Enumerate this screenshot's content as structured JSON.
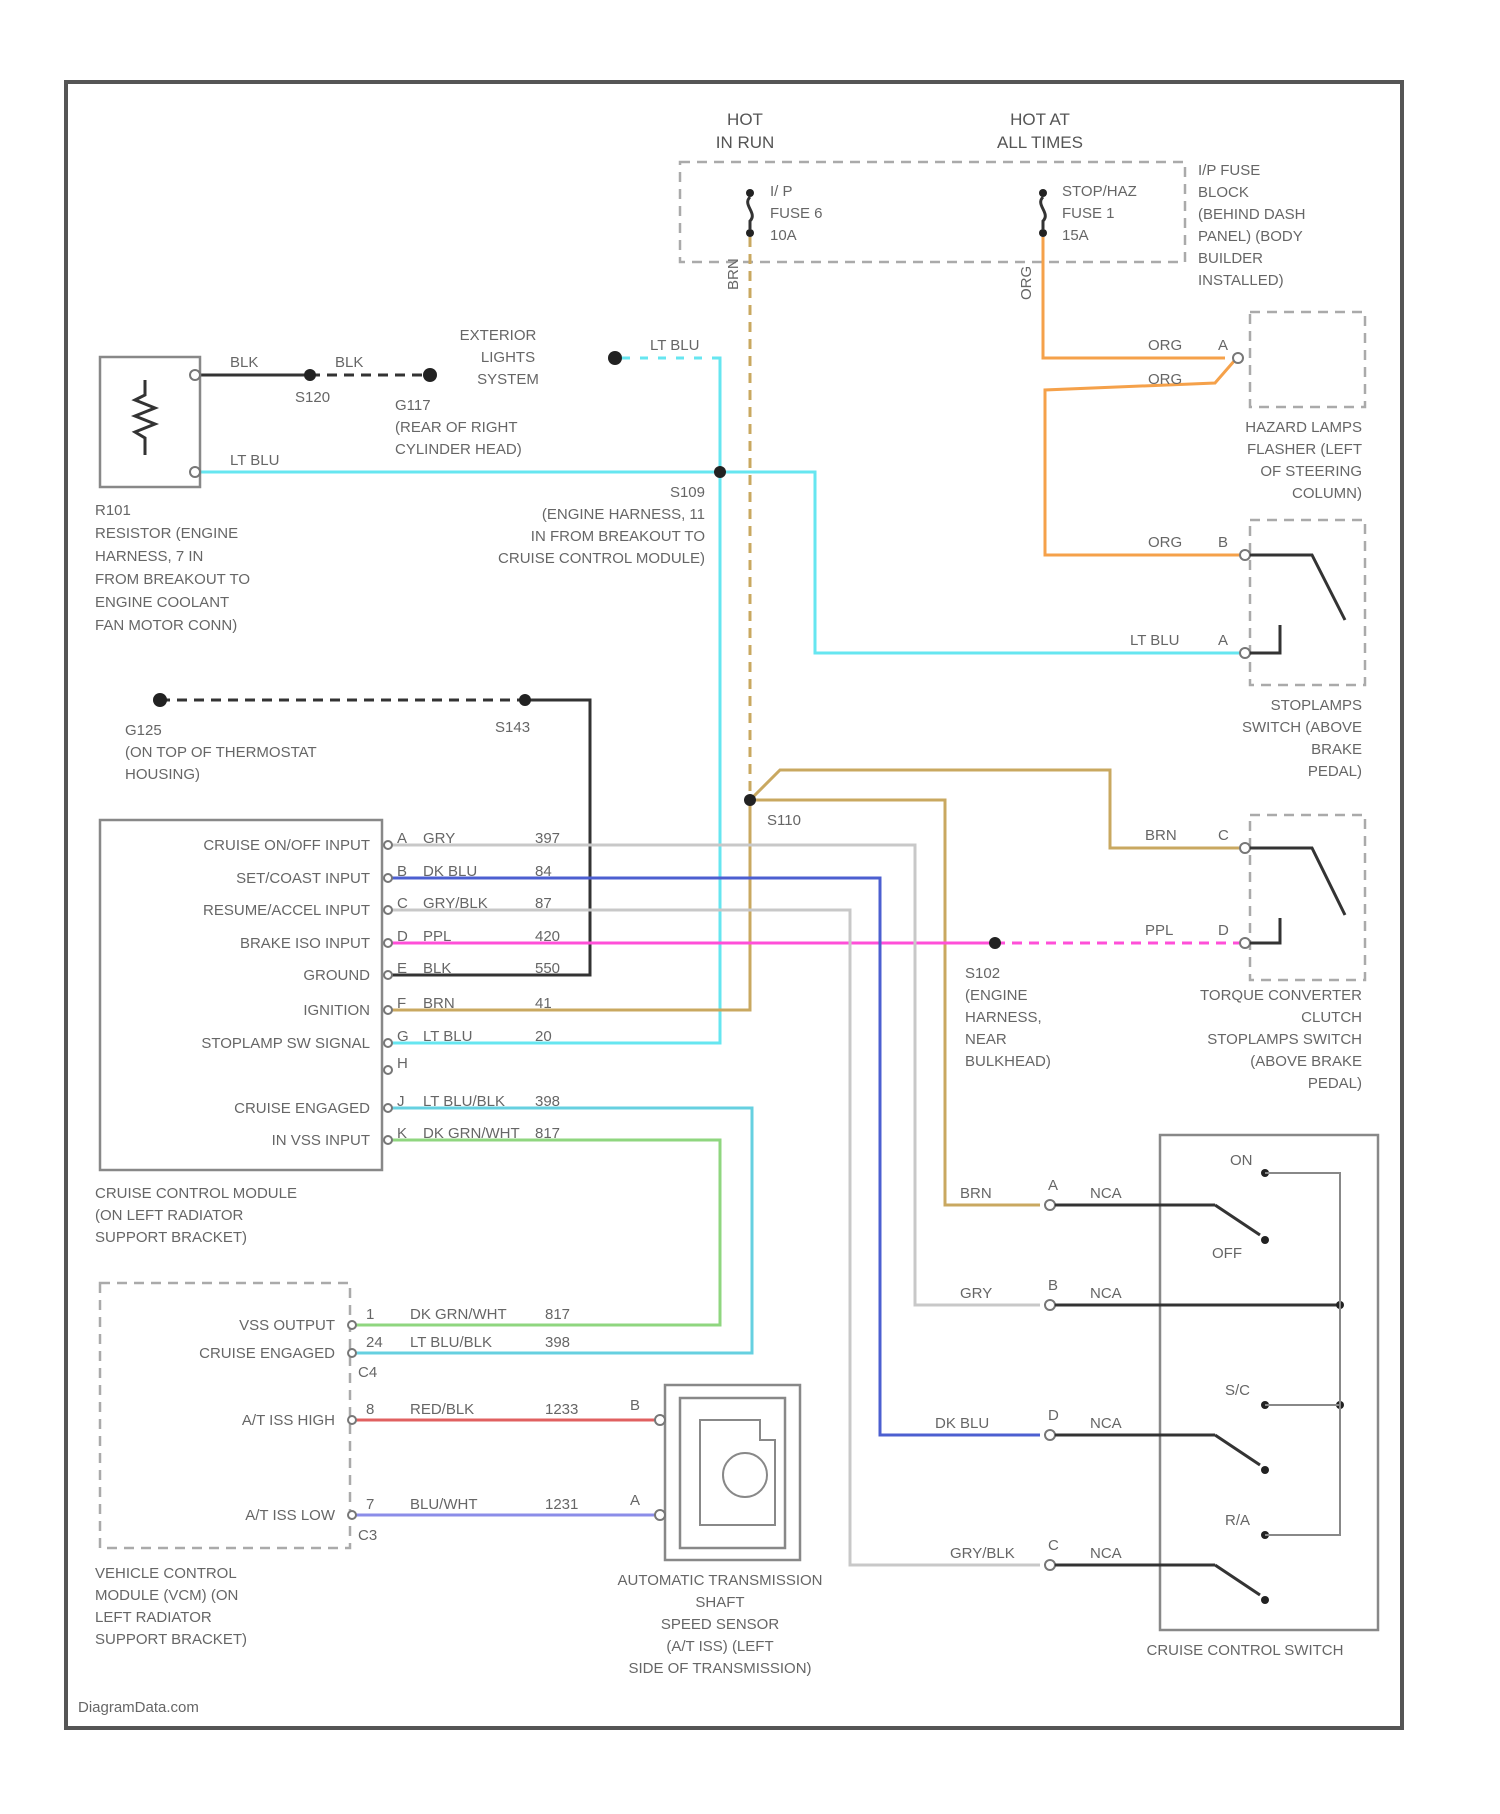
{
  "power": {
    "hot_run": [
      "HOT",
      "IN RUN"
    ],
    "hot_all": [
      "HOT AT",
      "ALL TIMES"
    ],
    "fuse6": [
      "I/ P",
      "FUSE 6",
      "10A"
    ],
    "fuse1": [
      "STOP/HAZ",
      "FUSE 1",
      "15A"
    ],
    "fuse_block": [
      "I/P FUSE",
      "BLOCK",
      "(BEHIND DASH",
      "PANEL) (BODY",
      "BUILDER",
      "INSTALLED)"
    ]
  },
  "resistor": [
    "R101",
    "RESISTOR (ENGINE",
    "HARNESS, 7 IN",
    "FROM BREAKOUT TO",
    "ENGINE COOLANT",
    "FAN MOTOR CONN)"
  ],
  "grounds": {
    "s120": "S120",
    "g117": [
      "G117",
      "(REAR OF RIGHT",
      "CYLINDER HEAD)"
    ],
    "g125": [
      "G125",
      "(ON TOP OF THERMOSTAT",
      "HOUSING)"
    ],
    "s143": "S143"
  },
  "exterior_lights": [
    "EXTERIOR",
    "LIGHTS",
    "SYSTEM"
  ],
  "splices": {
    "s109": [
      "S109",
      "(ENGINE HARNESS, 11",
      "IN FROM BREAKOUT TO",
      "CRUISE CONTROL MODULE)"
    ],
    "s110": "S110",
    "s102": [
      "S102",
      "(ENGINE",
      "HARNESS,",
      "NEAR",
      "BULKHEAD)"
    ]
  },
  "hazard": [
    "HAZARD LAMPS",
    "FLASHER (LEFT",
    "OF STEERING",
    "COLUMN)"
  ],
  "stoplamp": [
    "STOPLAMPS",
    "SWITCH (ABOVE",
    "BRAKE",
    "PEDAL)"
  ],
  "tcc": [
    "TORQUE CONVERTER",
    "CLUTCH",
    "STOPLAMPS SWITCH",
    "(ABOVE BRAKE",
    "PEDAL)"
  ],
  "ccm": {
    "pins": [
      {
        "name": "CRUISE ON/OFF INPUT",
        "pin": "A",
        "wire": "GRY",
        "circuit": "397"
      },
      {
        "name": "SET/COAST INPUT",
        "pin": "B",
        "wire": "DK BLU",
        "circuit": "84"
      },
      {
        "name": "RESUME/ACCEL INPUT",
        "pin": "C",
        "wire": "GRY/BLK",
        "circuit": "87"
      },
      {
        "name": "BRAKE ISO INPUT",
        "pin": "D",
        "wire": "PPL",
        "circuit": "420"
      },
      {
        "name": "GROUND",
        "pin": "E",
        "wire": "BLK",
        "circuit": "550"
      },
      {
        "name": "IGNITION",
        "pin": "F",
        "wire": "BRN",
        "circuit": "41"
      },
      {
        "name": "STOPLAMP SW SIGNAL",
        "pin": "G",
        "wire": "LT BLU",
        "circuit": "20"
      },
      {
        "name": "",
        "pin": "H",
        "wire": "",
        "circuit": ""
      },
      {
        "name": "CRUISE ENGAGED",
        "pin": "J",
        "wire": "LT BLU/BLK",
        "circuit": "398"
      },
      {
        "name": "IN VSS INPUT",
        "pin": "K",
        "wire": "DK GRN/WHT",
        "circuit": "817"
      }
    ],
    "caption": [
      "CRUISE CONTROL MODULE",
      "(ON LEFT RADIATOR",
      "SUPPORT BRACKET)"
    ]
  },
  "vcm": {
    "pins": [
      {
        "name": "VSS OUTPUT",
        "pin": "1",
        "wire": "DK GRN/WHT",
        "circuit": "817"
      },
      {
        "name": "CRUISE ENGAGED",
        "pin": "24",
        "wire": "LT BLU/BLK",
        "circuit": "398"
      },
      {
        "name": "A/T ISS HIGH",
        "pin": "8",
        "wire": "RED/BLK",
        "circuit": "1233"
      },
      {
        "name": "A/T ISS LOW",
        "pin": "7",
        "wire": "BLU/WHT",
        "circuit": "1231"
      }
    ],
    "conn_c4": "C4",
    "conn_c3": "C3",
    "caption": [
      "VEHICLE CONTROL",
      "MODULE (VCM) (ON",
      "LEFT RADIATOR",
      "SUPPORT BRACKET)"
    ]
  },
  "speed_sensor": {
    "pin_b": "B",
    "pin_a": "A",
    "caption": [
      "AUTOMATIC TRANSMISSION",
      "SHAFT",
      "SPEED SENSOR",
      "(A/T ISS) (LEFT",
      "SIDE OF TRANSMISSION)"
    ]
  },
  "ccs": {
    "on": "ON",
    "off": "OFF",
    "sc": "S/C",
    "ra": "R/A",
    "nca": "NCA",
    "caption": "CRUISE CONTROL SWITCH"
  },
  "wires": {
    "blk": "BLK",
    "ltblu": "LT BLU",
    "org": "ORG",
    "brn": "BRN",
    "ppl": "PPL",
    "gry": "GRY",
    "dkblu": "DK BLU",
    "gryblk": "GRY/BLK",
    "bluwht": "BLU/WHT"
  },
  "pins": {
    "a": "A",
    "b": "B",
    "c": "C",
    "d": "D"
  },
  "watermark": "DiagramData.com",
  "colors": {
    "ltblu": "#66e6f0",
    "org": "#f5a14a",
    "brn": "#c9a860",
    "ppl": "#ff4fd8",
    "dkblu": "#4c5fd0",
    "grn": "#8fd67f",
    "red": "#e06060",
    "blu": "#8b8de8",
    "gry": "#c8c8c8",
    "blk": "#444444"
  }
}
